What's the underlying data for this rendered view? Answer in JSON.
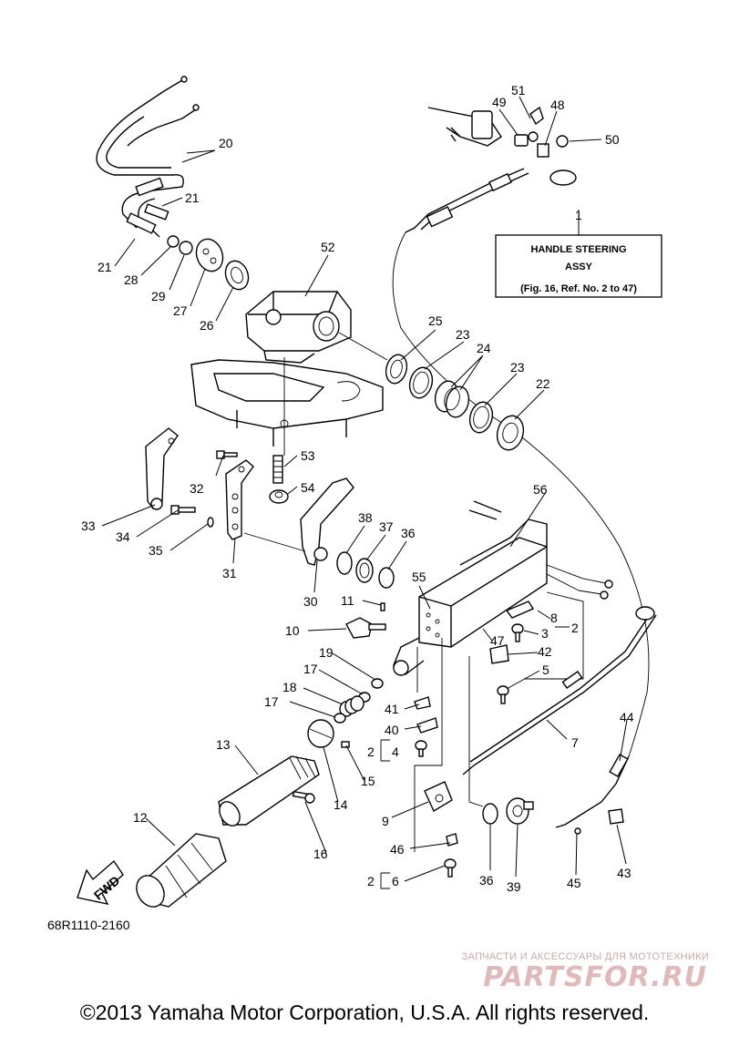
{
  "diagram": {
    "drawing_code": "68R1110-2160",
    "fwd_label": "FWD",
    "callout": {
      "ref": "1",
      "line1": "HANDLE STEERING",
      "line2": "ASSY",
      "line3": "(Fig. 16, Ref. No. 2 to 47)"
    },
    "part_labels": {
      "p2": "2",
      "p2b": "2",
      "p2c": "2",
      "p3": "3",
      "p4": "4",
      "p5": "5",
      "p6": "6",
      "p7": "7",
      "p8": "8",
      "p9": "9",
      "p10": "10",
      "p11": "11",
      "p12": "12",
      "p13": "13",
      "p14": "14",
      "p15": "15",
      "p16": "16",
      "p17a": "17",
      "p17b": "17",
      "p18": "18",
      "p19": "19",
      "p20": "20",
      "p21a": "21",
      "p21b": "21",
      "p22": "22",
      "p23a": "23",
      "p23b": "23",
      "p24": "24",
      "p25": "25",
      "p26": "26",
      "p27": "27",
      "p28": "28",
      "p29": "29",
      "p30": "30",
      "p31": "31",
      "p32": "32",
      "p33": "33",
      "p34": "34",
      "p35": "35",
      "p36a": "36",
      "p36b": "36",
      "p37": "37",
      "p38": "38",
      "p39": "39",
      "p40": "40",
      "p41": "41",
      "p42": "42",
      "p43": "43",
      "p44": "44",
      "p45": "45",
      "p46": "46",
      "p47": "47",
      "p48": "48",
      "p49": "49",
      "p50": "50",
      "p51": "51",
      "p52": "52",
      "p53": "53",
      "p54": "54",
      "p55": "55",
      "p56": "56"
    }
  },
  "watermark": {
    "tagline": "ЗАПЧАСТИ И АКСЕССУАРЫ ДЛЯ МОТОТЕХНИКИ",
    "logo": "PARTSFOR.RU"
  },
  "footer": {
    "copyright": "©2013 Yamaha Motor Corporation, U.S.A. All rights reserved."
  }
}
